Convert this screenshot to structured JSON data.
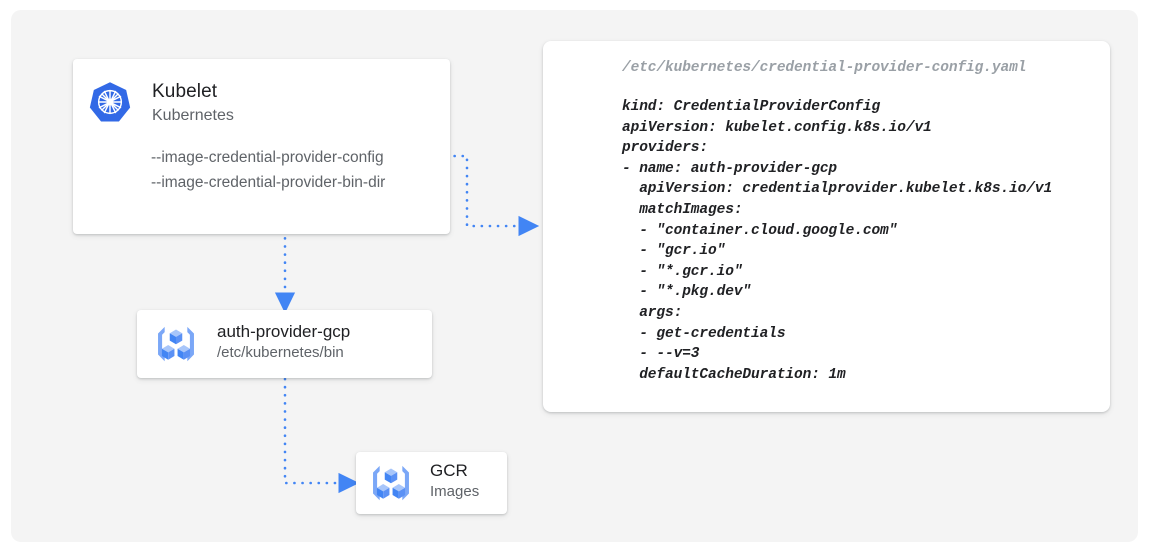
{
  "theme": {
    "background": "#ffffff",
    "panel": "#f4f4f4",
    "card": "#ffffff",
    "accent_blue": "#4285f4",
    "k8s_blue": "#3269e6",
    "text_primary": "#202124",
    "text_secondary": "#5f6368",
    "text_muted": "#9aa0a6"
  },
  "nodes": {
    "kubelet": {
      "icon": "kubernetes-icon",
      "title": "Kubelet",
      "subtitle": "Kubernetes",
      "flags": [
        "--image-credential-provider-config",
        "--image-credential-provider-bin-dir"
      ]
    },
    "auth_provider": {
      "icon": "container-registry-icon",
      "title": "auth-provider-gcp",
      "subtitle": "/etc/kubernetes/bin"
    },
    "gcr": {
      "icon": "container-registry-icon",
      "title": "GCR",
      "subtitle": "Images"
    }
  },
  "config_card": {
    "filename": "/etc/kubernetes/credential-provider-config.yaml",
    "yaml_lines": [
      "kind: CredentialProviderConfig",
      "apiVersion: kubelet.config.k8s.io/v1",
      "providers:",
      "- name: auth-provider-gcp",
      "  apiVersion: credentialprovider.kubelet.k8s.io/v1",
      "  matchImages:",
      "  - \"container.cloud.google.com\"",
      "  - \"gcr.io\"",
      "  - \"*.gcr.io\"",
      "  - \"*.pkg.dev\"",
      "  args:",
      "  - get-credentials",
      "  - --v=3",
      "  defaultCacheDuration: 1m"
    ]
  },
  "connectors": [
    {
      "name": "kubelet-to-config",
      "from": "kubelet",
      "to": "config_card",
      "style": "dotted",
      "arrow": true
    },
    {
      "name": "kubelet-to-auth-provider",
      "from": "kubelet",
      "to": "auth_provider",
      "style": "dotted",
      "arrow": true
    },
    {
      "name": "auth-provider-to-gcr",
      "from": "auth_provider",
      "to": "gcr",
      "style": "dotted",
      "arrow": true
    }
  ]
}
